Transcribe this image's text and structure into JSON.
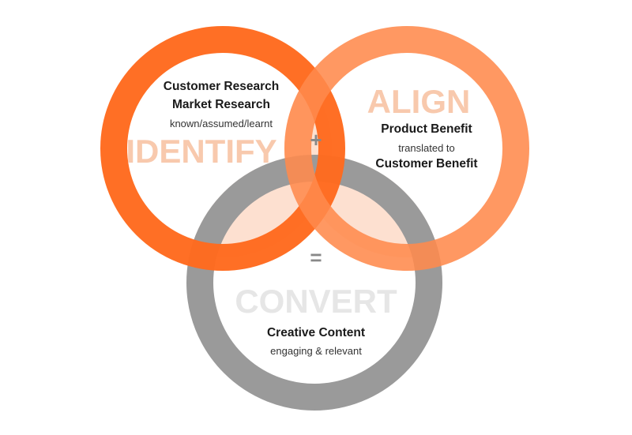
{
  "colors": {
    "identify_ring": "#ff6a1e",
    "align_ring": "#ff8a4c",
    "convert_ring": "#9a9a9a",
    "overlap_fill": "#fde0d0",
    "keyword_orange": "#f8c9ad",
    "keyword_gray": "#e6e6e6",
    "operator_gray": "#888888"
  },
  "circles": {
    "identify": {
      "keyword": "IDENTIFY",
      "line1": "Customer Research",
      "line2": "Market Research",
      "sub": "known/assumed/learnt"
    },
    "align": {
      "keyword": "ALIGN",
      "line1": "Product Benefit",
      "sub": "translated to",
      "line2": "Customer Benefit"
    },
    "convert": {
      "keyword": "CONVERT",
      "line1": "Creative Content",
      "sub": "engaging & relevant"
    }
  },
  "operators": {
    "plus": "+",
    "equals": "="
  }
}
